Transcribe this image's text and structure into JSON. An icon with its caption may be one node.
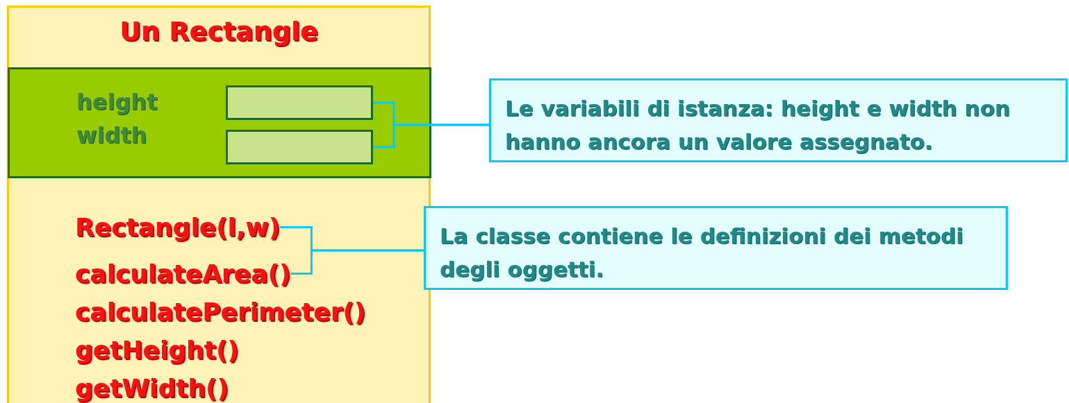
{
  "diagram": {
    "nodes": [
      {
        "text": [
          "Un Rectangle"
        ]
      },
      {
        "text": [
          "height",
          "width"
        ],
        "in": 0
      },
      {
        "text": [],
        "shape": "box",
        "in": 1
      },
      {
        "text": [],
        "shape": "box",
        "in": 1
      },
      {
        "text": [
          "Le variabili di istanza: height e width non hanno ancora un valore assegnato."
        ]
      },
      {
        "text": [
          "Rectangle(l,w)"
        ],
        "in": 0
      },
      {
        "text": [
          "calculateArea()"
        ],
        "in": 0
      },
      {
        "text": [
          "calculatePerimeter()"
        ],
        "in": 0
      },
      {
        "text": [
          "getHeight()"
        ],
        "in": 0
      },
      {
        "text": [
          "getWidth()"
        ],
        "in": 0
      },
      {
        "text": [
          "La classe contiene le definizioni dei metodi degli oggetti."
        ]
      }
    ],
    "edges": [
      {
        "from": 2,
        "to": 4,
        "arrow": "none"
      },
      {
        "from": 3,
        "to": 4,
        "arrow": "none"
      },
      {
        "from": 5,
        "to": 10,
        "arrow": "none"
      },
      {
        "from": 6,
        "to": 10,
        "arrow": "none"
      }
    ]
  }
}
